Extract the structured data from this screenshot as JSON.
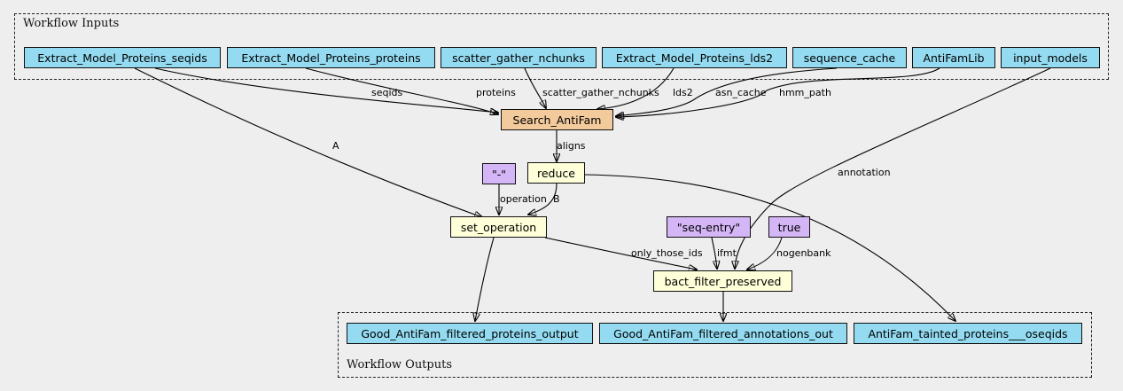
{
  "groups": {
    "inputs_label": "Workflow Inputs",
    "outputs_label": "Workflow Outputs"
  },
  "nodes": {
    "in_seqids": "Extract_Model_Proteins_seqids",
    "in_proteins": "Extract_Model_Proteins_proteins",
    "in_nchunks": "scatter_gather_nchunks",
    "in_lds2": "Extract_Model_Proteins_lds2",
    "in_seqcache": "sequence_cache",
    "in_antifamlib": "AntiFamLib",
    "in_models": "input_models",
    "search": "Search_AntiFam",
    "dash_const": "\"-\"",
    "reduce": "reduce",
    "set_op": "set_operation",
    "seqentry_const": "\"seq-entry\"",
    "true_const": "true",
    "bact_filter": "bact_filter_preserved",
    "out_proteins": "Good_AntiFam_filtered_proteins_output",
    "out_annotations": "Good_AntiFam_filtered_annotations_out",
    "out_tainted": "AntiFam_tainted_proteins___oseqids"
  },
  "edges": {
    "seqids": "seqids",
    "proteins": "proteins",
    "nchunks": "scatter_gather_nchunks",
    "lds2": "lds2",
    "asn_cache": "asn_cache",
    "hmm_path": "hmm_path",
    "a": "A",
    "annotation": "annotation",
    "aligns": "aligns",
    "operation": "operation",
    "b": "B",
    "only_those_ids": "only_those_ids",
    "ifmt": "ifmt",
    "nogenbank": "nogenbank"
  },
  "colors": {
    "io": "#94dbf1",
    "step": "#fefed8",
    "tool": "#f3ca9c",
    "constant": "#d4b5f6",
    "background": "#eeeeee"
  }
}
